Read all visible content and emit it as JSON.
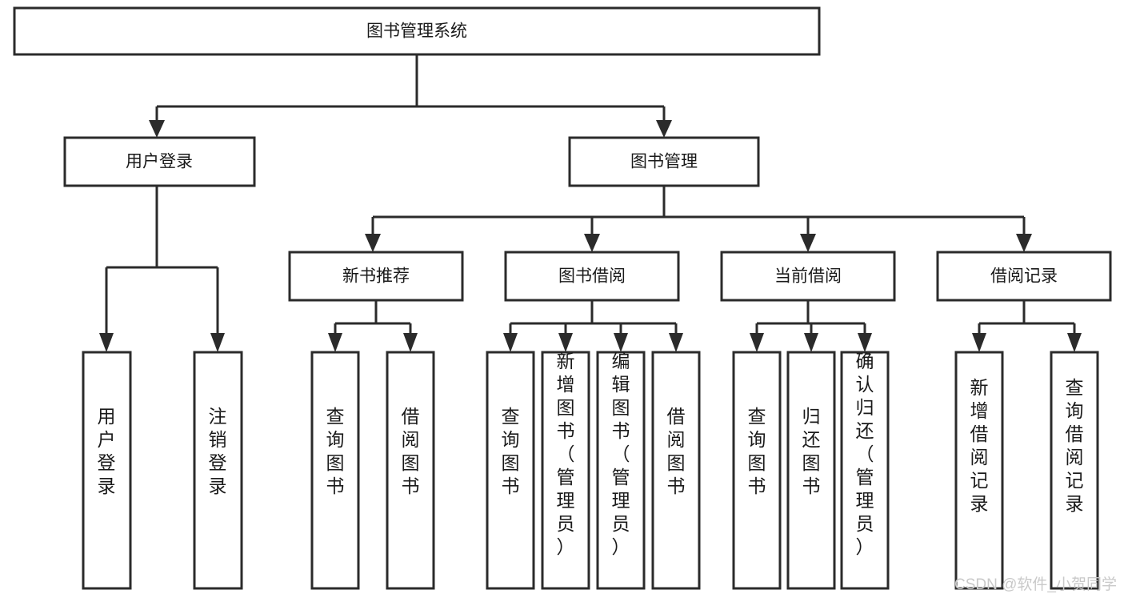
{
  "diagram": {
    "type": "tree",
    "title": "图书管理系统",
    "watermark": "CSDN @软件_小贺同学",
    "colors": {
      "stroke": "#2b2b2b",
      "fill": "#ffffff",
      "text": "#1a1a1a",
      "watermark": "#c9c9c9"
    },
    "levels": {
      "root": {
        "label": "图书管理系统"
      },
      "level1": [
        {
          "label": "用户登录"
        },
        {
          "label": "图书管理"
        }
      ],
      "level2": [
        {
          "label": "新书推荐"
        },
        {
          "label": "图书借阅"
        },
        {
          "label": "当前借阅"
        },
        {
          "label": "借阅记录"
        }
      ],
      "leaves": [
        {
          "label": "用户登录",
          "parent": "用户登录"
        },
        {
          "label": "注销登录",
          "parent": "用户登录"
        },
        {
          "label": "查询图书",
          "parent": "新书推荐"
        },
        {
          "label": "借阅图书",
          "parent": "新书推荐"
        },
        {
          "label": "查询图书",
          "parent": "图书借阅"
        },
        {
          "label": "新增图书（管理员）",
          "parent": "图书借阅"
        },
        {
          "label": "编辑图书（管理员）",
          "parent": "图书借阅"
        },
        {
          "label": "借阅图书",
          "parent": "图书借阅"
        },
        {
          "label": "查询图书",
          "parent": "当前借阅"
        },
        {
          "label": "归还图书",
          "parent": "当前借阅"
        },
        {
          "label": "确认归还（管理员）",
          "parent": "当前借阅"
        },
        {
          "label": "新增借阅记录",
          "parent": "借阅记录"
        },
        {
          "label": "查询借阅记录",
          "parent": "借阅记录"
        }
      ]
    }
  }
}
